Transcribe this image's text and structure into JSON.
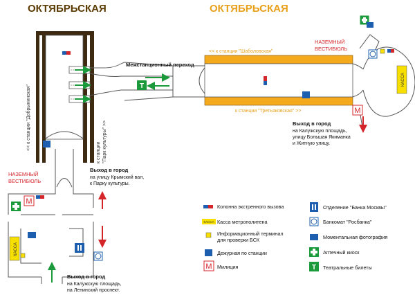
{
  "stations": {
    "left_title": "ОКТЯБРЬСКАЯ",
    "right_title": "ОКТЯБРЬСКАЯ"
  },
  "labels": {
    "transfer": "Межстанционный переход",
    "ground_vestibule_right_1": "НАЗЕМНЫЙ",
    "ground_vestibule_right_2": "ВЕСТИБЮЛЬ",
    "ground_vestibule_left_1": "НАЗЕМНЫЙ",
    "ground_vestibule_left_2": "ВЕСТИБЮЛЬ",
    "dir_shabolovskaya": "<< к станции \"Шаболовская\"",
    "dir_tretyakovskaya": "к станции \"Третьяковская\" >>",
    "dir_dobryninskaya": "<< к станции \"Добрынинская\"",
    "dir_park_1": "к станции",
    "dir_park_2": "\"Парк культуры\" >>",
    "kassa": "КАССА"
  },
  "exits": {
    "right": {
      "title1": "Выход в город",
      "line1": "на Калужскую площадь,",
      "line2": "улицу Большая Якиманка",
      "line3": "и Житную улицу."
    },
    "left_top": {
      "title1": "Выход в город",
      "line1": "на улицу Крымский вал,",
      "line2": "к Парку культуры."
    },
    "left_bottom": {
      "title1": "Выход в город",
      "line1": "на Калужскую площадь,",
      "line2": "на Ленинский проспект."
    }
  },
  "legend": [
    {
      "icon": "emergency-column-icon",
      "label": "Колонна экстренного вызова"
    },
    {
      "icon": "ticket-office-icon",
      "label": "Касса метрополитена",
      "short": "КАССА"
    },
    {
      "icon": "info-terminal-icon",
      "label": "Информационный терминал",
      "label2": "для проверки БСК"
    },
    {
      "icon": "station-attendant-icon",
      "label": "Дежурная по станции"
    },
    {
      "icon": "police-icon",
      "label": "Милиция"
    },
    {
      "icon": "bank-moscow-icon",
      "label": "Отделение \"Банка Москвы\""
    },
    {
      "icon": "rosbank-atm-icon",
      "label": "Банкомат \"Росбанка\""
    },
    {
      "icon": "photo-booth-icon",
      "label": "Моментальная фотография"
    },
    {
      "icon": "pharmacy-icon",
      "label": "Аптечный киоск"
    },
    {
      "icon": "theatre-tickets-icon",
      "label": "Театральные билеты"
    }
  ],
  "colors": {
    "title_left": "#5a3a00",
    "title_right": "#e8a01a",
    "platform_orange": "#f5a91d",
    "red": "#d4252a",
    "green": "#1a9a3a",
    "blue": "#1d5fae",
    "yellow": "#f7e000"
  }
}
